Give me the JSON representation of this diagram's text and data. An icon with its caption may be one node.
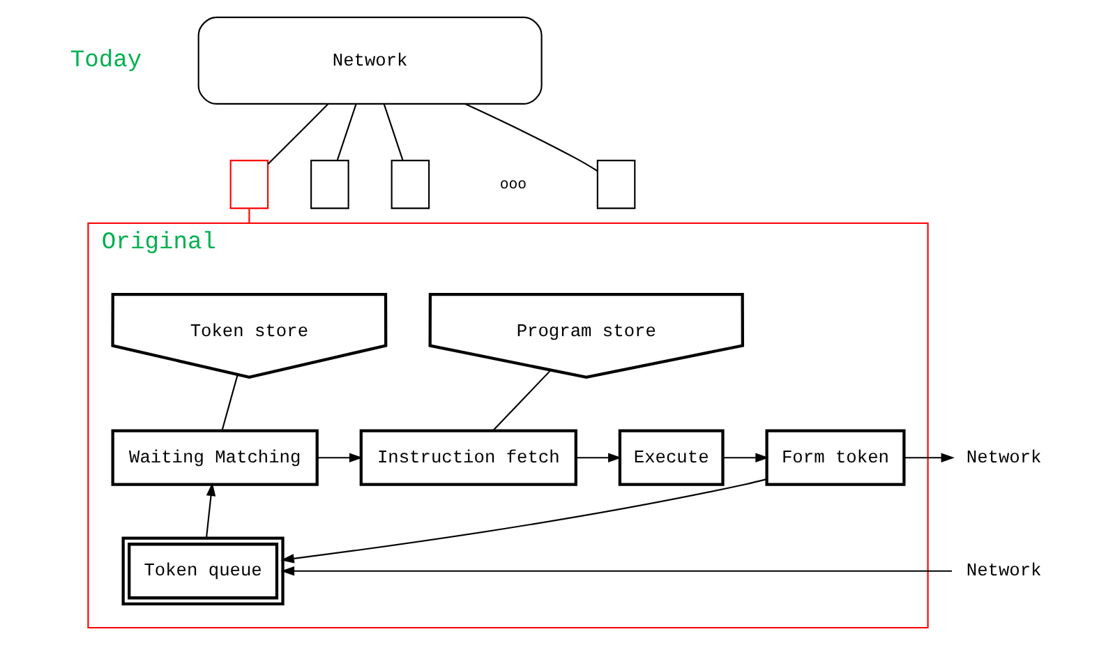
{
  "diagram": {
    "nodes": [
      {
        "text": [
          "Network"
        ]
      },
      {
        "text": [],
        "shape": "box"
      },
      {
        "text": [],
        "shape": "box"
      },
      {
        "text": [],
        "shape": "box"
      },
      {
        "text": [],
        "shape": "box"
      },
      {
        "text": [
          "Original"
        ]
      },
      {
        "text": [
          "Token store"
        ],
        "in": 5
      },
      {
        "text": [
          "Program store"
        ],
        "in": 5
      },
      {
        "text": [
          "Waiting Matching"
        ],
        "in": 5
      },
      {
        "text": [
          "Instruction fetch"
        ],
        "in": 5
      },
      {
        "text": [
          "Execute"
        ],
        "in": 5
      },
      {
        "text": [
          "Form token"
        ],
        "in": 5
      },
      {
        "text": [
          "Network"
        ]
      },
      {
        "text": [
          "Token queue"
        ],
        "in": 5
      },
      {
        "text": [
          "Network"
        ]
      }
    ],
    "edges": [
      {
        "from": 0,
        "to": 1,
        "arrow": "none"
      },
      {
        "from": 0,
        "to": 2,
        "arrow": "none"
      },
      {
        "from": 0,
        "to": 3,
        "arrow": "none"
      },
      {
        "from": 0,
        "to": 4,
        "arrow": "none"
      },
      {
        "from": 1,
        "to": 5,
        "arrow": "none",
        "color": "#ff0000"
      },
      {
        "from": 6,
        "to": 8,
        "arrow": "none"
      },
      {
        "from": 7,
        "to": 9,
        "arrow": "none"
      },
      {
        "from": 8,
        "to": 9,
        "arrow": "to"
      },
      {
        "from": 9,
        "to": 10,
        "arrow": "to"
      },
      {
        "from": 10,
        "to": 11,
        "arrow": "to"
      },
      {
        "from": 11,
        "to": 12,
        "arrow": "to"
      },
      {
        "from": 11,
        "to": 13,
        "arrow": "to"
      },
      {
        "from": 14,
        "to": 13,
        "arrow": "to"
      },
      {
        "from": 13,
        "to": 8,
        "arrow": "to"
      }
    ],
    "labels": [
      "Today",
      "ooo"
    ]
  }
}
